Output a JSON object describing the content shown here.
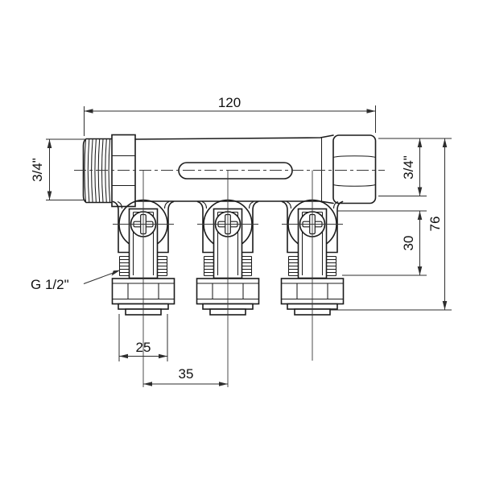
{
  "drawing": {
    "kind": "manifold-technical-drawing",
    "colors": {
      "background": "#ffffff",
      "outline": "#1c1c1c",
      "dimension": "#2e2e2e",
      "text": "#111111"
    },
    "dimensions": {
      "overall_width": "120",
      "overall_height": "76",
      "inlet_thread": "3/4\"",
      "union_thread": "3/4\"",
      "outlet_drop": "30",
      "outlet_nut_width": "25",
      "outlet_spacing": "35",
      "outlet_thread_label": "G 1/2\""
    }
  }
}
